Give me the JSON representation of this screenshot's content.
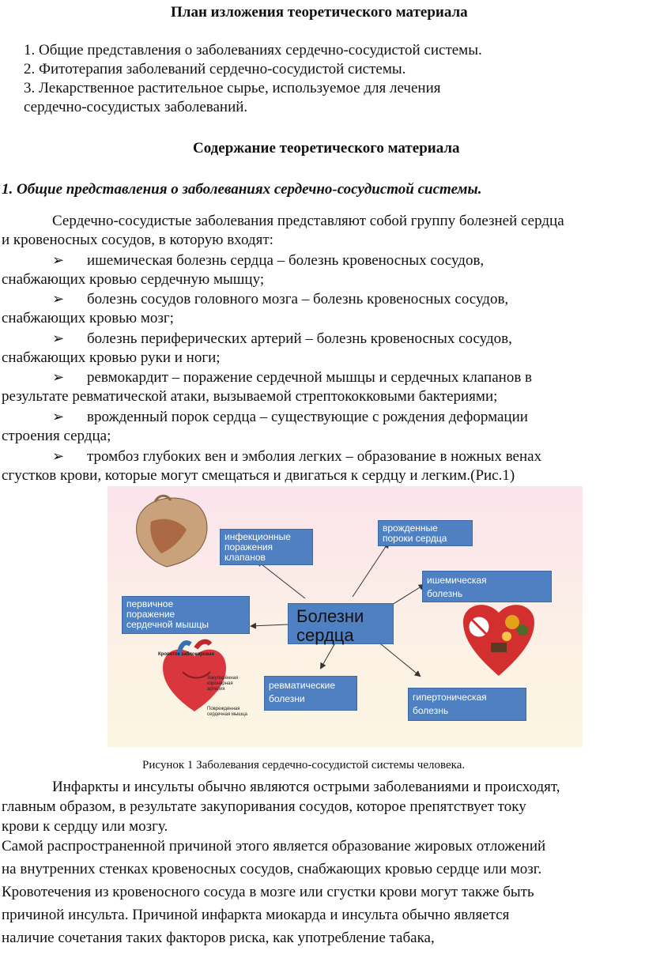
{
  "plan": {
    "title": "План изложения теоретического материала",
    "items": [
      "1. Общие представления о заболеваниях сердечно-сосудистой системы.",
      "2. Фитотерапия заболеваний сердечно-сосудистой системы.",
      "3. Лекарственное растительное сырье, используемое для лечения",
      "сердечно-сосудистых заболеваний."
    ]
  },
  "content": {
    "title": "Содержание теоретического материала",
    "section_title": "1. Общие представления о заболеваниях сердечно-сосудистой системы.",
    "intro_1": "Сердечно-сосудистые заболевания представляют собой группу болезней сердца",
    "intro_2": "и кровеносных сосудов, в которую входят:",
    "bullet_glyph": "➢",
    "bullets": [
      {
        "line1": "ишемическая болезнь сердца – болезнь кровеносных сосудов,",
        "line2": "снабжающих кровью сердечную мышцу;"
      },
      {
        "line1": "болезнь сосудов головного мозга – болезнь кровеносных сосудов,",
        "line2": "снабжающих кровью мозг;"
      },
      {
        "line1": "болезнь периферических артерий – болезнь кровеносных сосудов,",
        "line2": "снабжающих кровью руки и ноги;"
      },
      {
        "line1": "ревмокардит – поражение сердечной мышцы и сердечных клапанов в",
        "line2": "результате ревматической атаки, вызываемой стрептококковыми бактериями;"
      },
      {
        "line1": "врожденный порок сердца – существующие с рождения деформации",
        "line2": "строения сердца;"
      },
      {
        "line1": "тромбоз глубоких вен и эмболия легких – образование в ножных венах",
        "line2": "сгустков крови, которые могут смещаться и двигаться к сердцу и легким.(Рис.1)"
      }
    ]
  },
  "figure": {
    "center": [
      "Болезни",
      "сердца"
    ],
    "boxes": {
      "infectious": [
        "инфекционные",
        "поражения",
        "клапанов"
      ],
      "congenital": [
        "врожденные",
        "пороки  сердца"
      ],
      "ischemic": [
        "ишемическая",
        "болезнь"
      ],
      "primary": [
        "первичное",
        "поражение",
        "сердечной мышцы"
      ],
      "rheumatic": [
        "ревматические",
        "болезни"
      ],
      "hypertensive": [
        "гипертоническая",
        "болезнь"
      ]
    },
    "heart_labels": [
      "Кровоток заблокирован",
      "Закупорённая",
      "коронарная",
      "артерия",
      "Поврежденная",
      "сердечная мышца"
    ],
    "caption": "Рисунок 1 Заболевания сердечно-сосудистой системы человека."
  },
  "body": [
    "Инфаркты и инсульты обычно являются острыми заболеваниями и происходят,",
    "главным  образом,  в  результате  закупоривания  сосудов,  которое  препятствует  току",
    "крови к сердцу или мозгу.",
    "Самой распространенной причиной этого является образование жировых отложений",
    "на внутренних стенках кровеносных сосудов, снабжающих кровью сердце или мозг.",
    "Кровотечения из кровеносного сосуда в мозге или сгустки крови могут также быть",
    "причиной инсульта. Причиной инфаркта миокарда и инсульта обычно является",
    "наличие сочетания таких факторов риска, как употребление табака,"
  ]
}
